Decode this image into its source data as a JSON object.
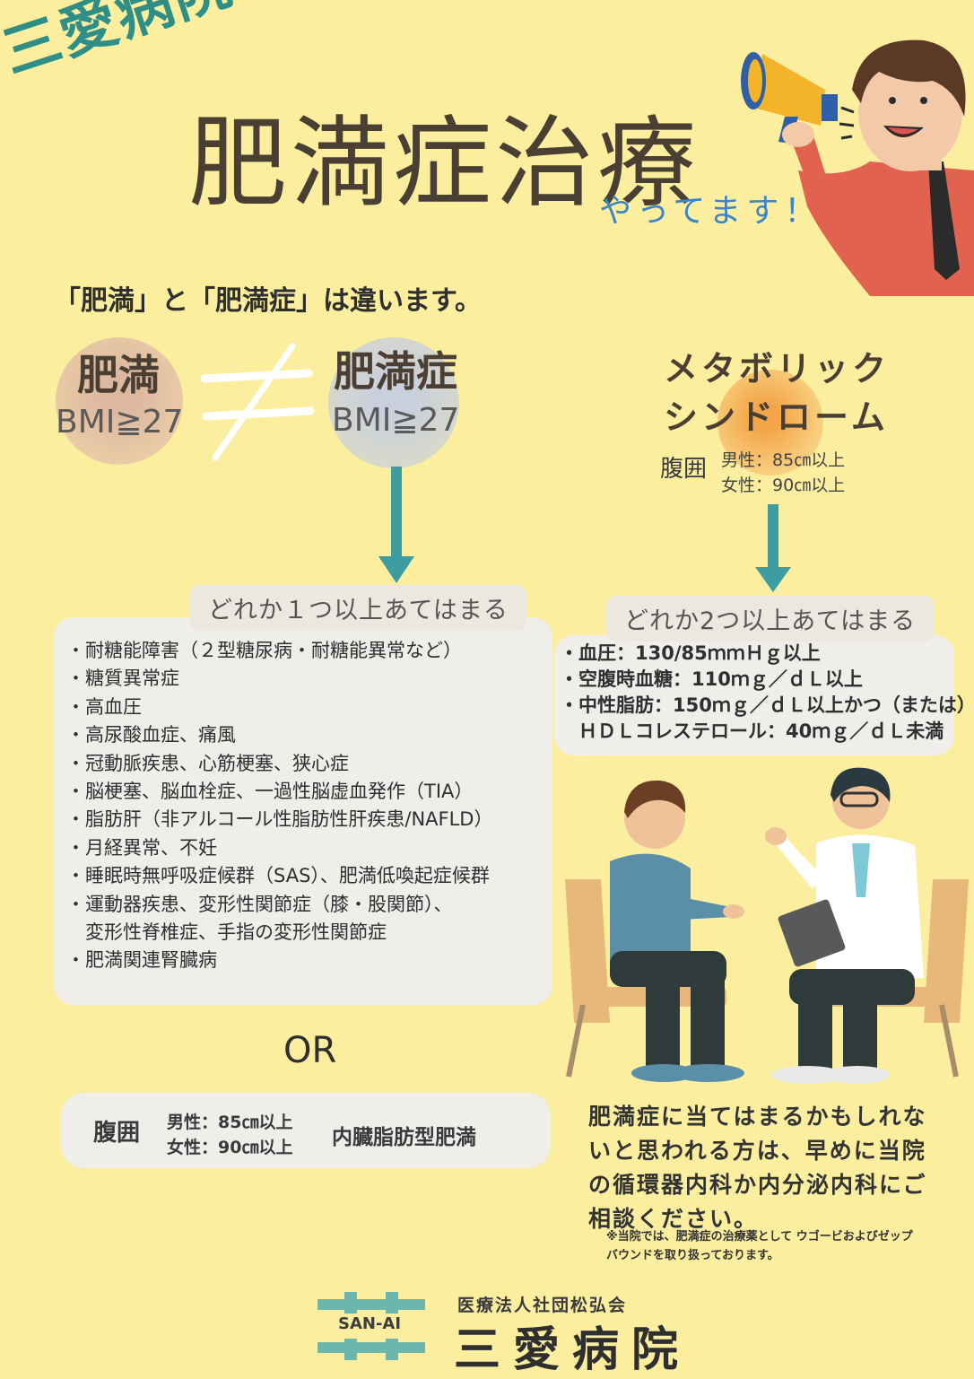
{
  "header": {
    "hospital_title": "三愛病院",
    "main_title": "肥満症治療",
    "sub_title": "やってます！"
  },
  "intro": "「肥満」と「肥満症」は違います。",
  "compare": {
    "left_title": "肥満",
    "left_bmi": "BMI≧27",
    "right_title": "肥満症",
    "right_bmi": "BMI≧27"
  },
  "metabolic": {
    "title_line1": "メタボリック",
    "title_line2": "シンドローム",
    "waist_label": "腹囲",
    "male": "男性：85㎝以上",
    "female": "女性：90㎝以上"
  },
  "left_criteria": {
    "label": "どれか１つ以上あてはまる",
    "items": [
      "・耐糖能障害（２型糖尿病・耐糖能異常など）",
      "・糖質異常症",
      "・高血圧",
      "・高尿酸血症、痛風",
      "・冠動脈疾患、心筋梗塞、狭心症",
      "・脳梗塞、脳血栓症、一過性脳虚血発作（TIA）",
      "・脂肪肝（非アルコール性脂肪性肝疾患/NAFLD）",
      "・月経異常、不妊",
      "・睡眠時無呼吸症候群（SAS）、肥満低喚起症候群",
      "・運動器疾患、変形性関節症（膝・股関節）、",
      "　変形性脊椎症、手指の変形性関節症",
      "・肥満関連腎臓病"
    ]
  },
  "right_criteria": {
    "label": "どれか2つ以上あてはまる",
    "items": [
      "・血圧：130/85ｍｍＨｇ以上",
      "・空腹時血糖：110ｍｇ／ｄＬ以上",
      "・中性脂肪：150ｍｇ／ｄＬ以上かつ（または）",
      "　ＨＤＬコレステロール：40ｍｇ／ｄＬ未満"
    ]
  },
  "or_text": "OR",
  "waist_box": {
    "label": "腹囲",
    "male": "男性：85㎝以上",
    "female": "女性：90㎝以上",
    "type": "内臓脂肪型肥満"
  },
  "advice": "肥満症に当てはまるかもしれないと思われる方は、早めに当院の循環器内科か内分泌内科にご相談ください。",
  "note": "※当院では、肥満症の治療薬として ウゴービおよびゼップバウンドを取り扱っております。",
  "footer": {
    "logo_text": "SAN-AI",
    "corporation": "医療法人社団松弘会",
    "hospital_name": "三愛病院"
  },
  "colors": {
    "background": "#fbef9f",
    "teal": "#2f8f86",
    "arrow": "#3e9da0",
    "blue": "#3b86c9"
  }
}
